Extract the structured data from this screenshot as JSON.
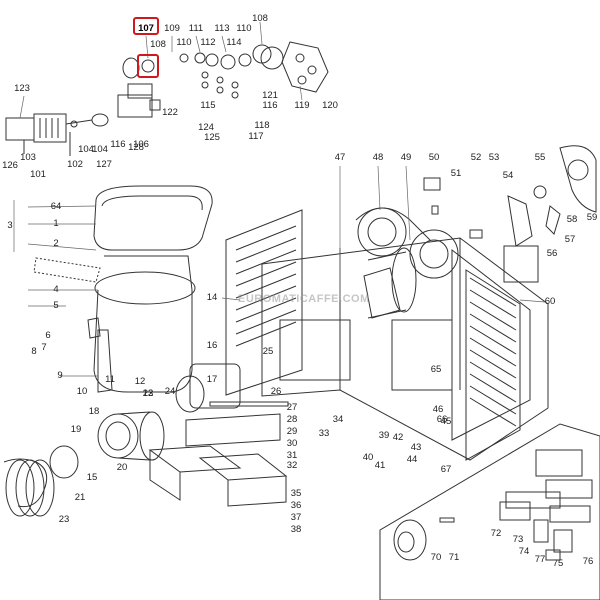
{
  "diagram": {
    "watermark": "EUROMATICAFFE.COM",
    "highlight_color": "#d0191f",
    "highlighted_callout": "107",
    "callouts": [
      "107",
      "109",
      "110",
      "111",
      "112",
      "113",
      "108",
      "110",
      "114",
      "108",
      "115",
      "124",
      "125",
      "118",
      "117",
      "119",
      "120",
      "116",
      "121",
      "122",
      "123",
      "103",
      "126",
      "101",
      "102",
      "104",
      "127",
      "104",
      "116",
      "128",
      "106",
      "47",
      "48",
      "49",
      "50",
      "51",
      "52",
      "53",
      "54",
      "55",
      "56",
      "57",
      "58",
      "59",
      "60",
      "64",
      "1",
      "2",
      "3",
      "4",
      "5",
      "6",
      "7",
      "8",
      "9",
      "10",
      "11",
      "12",
      "13",
      "14",
      "15",
      "16",
      "17",
      "18",
      "19",
      "20",
      "21",
      "22",
      "23",
      "24",
      "25",
      "26",
      "27",
      "28",
      "29",
      "30",
      "31",
      "32",
      "33",
      "34",
      "35",
      "36",
      "37",
      "38",
      "39",
      "40",
      "41",
      "42",
      "43",
      "44",
      "45",
      "46",
      "65",
      "66",
      "67",
      "70",
      "71",
      "72",
      "73",
      "74",
      "75",
      "76",
      "77"
    ]
  }
}
